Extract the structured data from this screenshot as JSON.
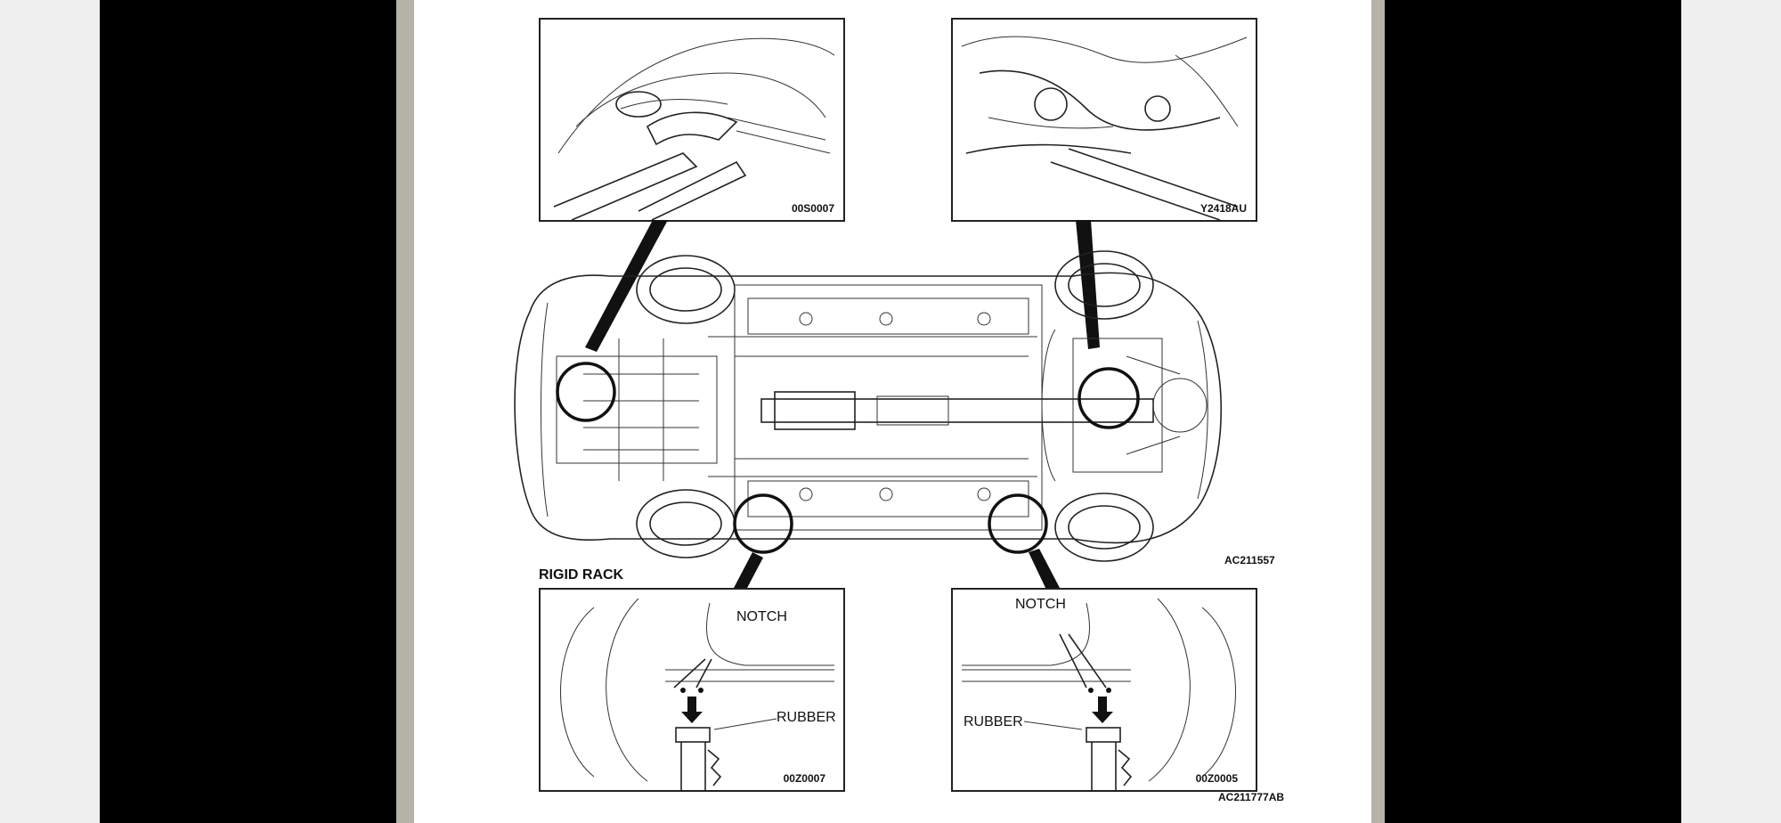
{
  "document": {
    "title": "Lifting points diagram",
    "figure_code": "AC211557",
    "page_code": "AC211777AB",
    "section_label": "RIGID RACK"
  },
  "panels": {
    "top_left": {
      "code": "00S0007"
    },
    "top_right": {
      "code": "Y2418AU"
    },
    "bottom_left": {
      "code": "00Z0007",
      "notch_label": "NOTCH",
      "rubber_label": "RUBBER"
    },
    "bottom_right": {
      "code": "00Z0005",
      "notch_label": "NOTCH",
      "rubber_label": "RUBBER"
    }
  },
  "colors": {
    "background": "#000000",
    "page": "#ffffff",
    "frame": "#b5b3a8",
    "ink": "#222222"
  }
}
